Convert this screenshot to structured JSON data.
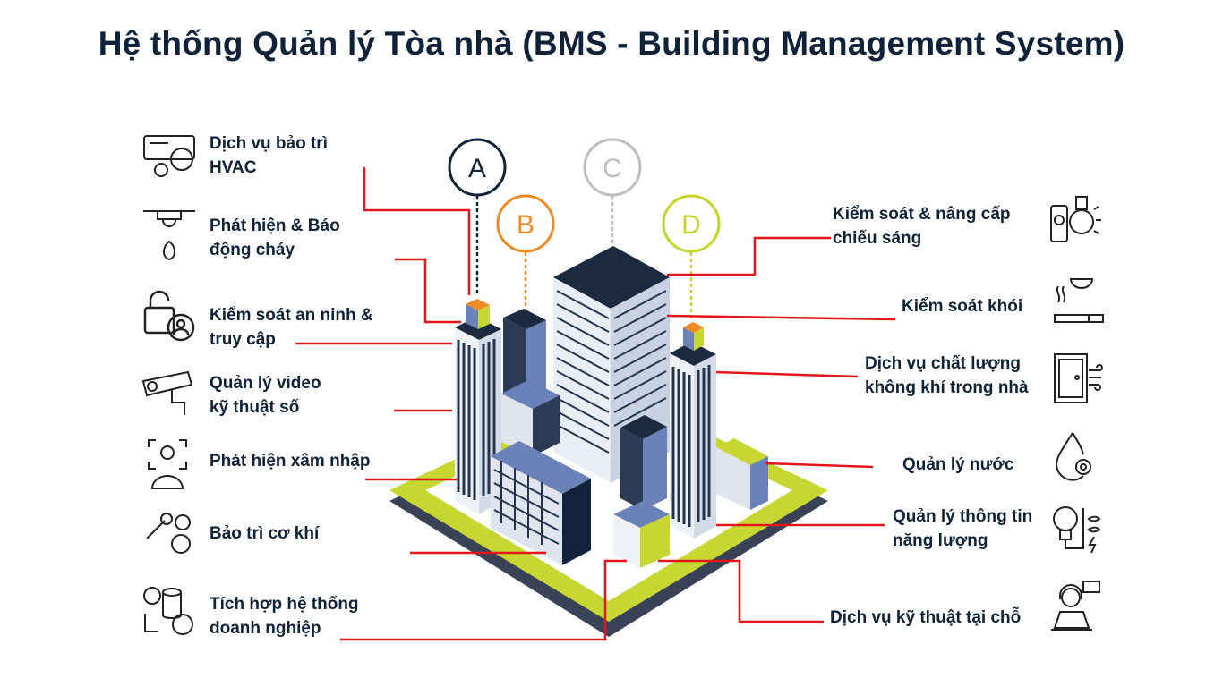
{
  "title": "Hệ thống Quản lý Tòa nhà (BMS - Building Management System)",
  "markers": [
    "A",
    "B",
    "C",
    "D"
  ],
  "colors": {
    "navy": "#0f2238",
    "orange": "#f08a24",
    "gray": "#bdbdbd",
    "lime": "#c5d62a",
    "red": "#e3161b"
  },
  "left_items": [
    {
      "line1": "Dịch vụ bảo trì",
      "line2": "HVAC",
      "icon": "hvac-gear-icon"
    },
    {
      "line1": "Phát hiện & Báo",
      "line2": "động cháy",
      "icon": "fire-detector-icon"
    },
    {
      "line1": "Kiểm soát an ninh &",
      "line2": "truy cập",
      "icon": "lock-user-icon"
    },
    {
      "line1": "Quản lý video",
      "line2": "kỹ thuật số",
      "icon": "cctv-camera-icon"
    },
    {
      "line1": "Phát hiện xâm nhập",
      "line2": "",
      "icon": "face-scan-icon"
    },
    {
      "line1": "Bảo trì cơ khí",
      "line2": "",
      "icon": "wrench-gears-icon"
    },
    {
      "line1": "Tích hợp hệ thống",
      "line2": "doanh nghiệp",
      "icon": "database-gears-icon"
    }
  ],
  "right_items": [
    {
      "line1": "Kiểm soát & nâng cấp",
      "line2": "chiếu sáng",
      "icon": "smart-bulb-icon"
    },
    {
      "line1": "Kiểm soát khói",
      "line2": "",
      "icon": "smoke-sensor-icon"
    },
    {
      "line1": "Dịch vụ chất lượng",
      "line2": "không khí trong nhà",
      "icon": "door-air-icon"
    },
    {
      "line1": "Quản lý nước",
      "line2": "",
      "icon": "water-drop-gear-icon"
    },
    {
      "line1": "Quản lý thông tin",
      "line2": "năng lượng",
      "icon": "energy-bulb-plant-icon"
    },
    {
      "line1": "Dịch vụ kỹ thuật tại chỗ",
      "line2": "",
      "icon": "technician-support-icon"
    }
  ]
}
